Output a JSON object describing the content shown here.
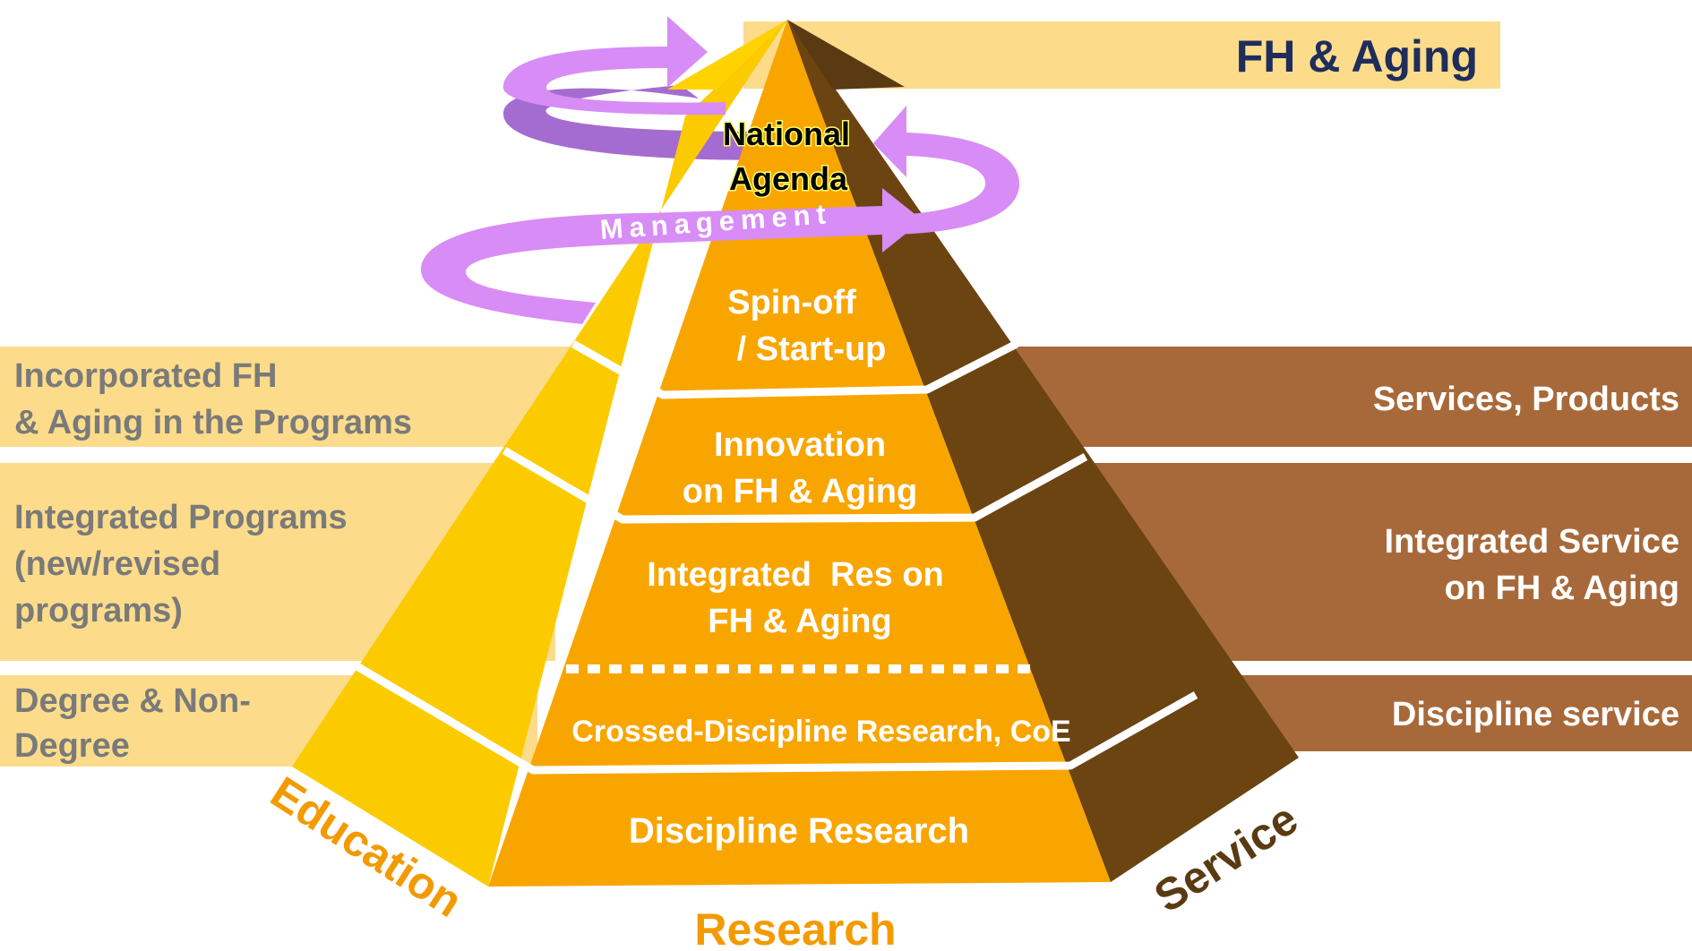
{
  "top_banner": {
    "text": "FH & Aging"
  },
  "apex": {
    "line1": "National",
    "line2": "Agenda"
  },
  "management": {
    "text": "Management"
  },
  "levels": {
    "spinoff": {
      "line1": "Spin-off",
      "line2": "/ Start-up"
    },
    "innovation": {
      "line1": "Innovation",
      "line2": "on FH & Aging"
    },
    "integrated_res": {
      "line1": "Integrated  Res on",
      "line2": "FH & Aging"
    },
    "crossed": {
      "line1": "Crossed-Discipline Research, CoE"
    },
    "discipline": {
      "line1": "Discipline Research"
    }
  },
  "left_bands": {
    "incorporated": {
      "line1": "Incorporated FH",
      "line2": "& Aging in the Programs"
    },
    "integrated_programs": {
      "line1": "Integrated Programs",
      "line2": "(new/revised",
      "line3": "programs)"
    },
    "degree": {
      "line1": "Degree & Non-",
      "line2": "Degree"
    }
  },
  "right_bands": {
    "services_products": {
      "line1": "Services, Products"
    },
    "integrated_service": {
      "line1": "Integrated Service",
      "line2": "on FH & Aging"
    },
    "discipline_service": {
      "line1": "Discipline service"
    }
  },
  "face_labels": {
    "education": "Education",
    "research": "Research",
    "service": "Service"
  },
  "colors": {
    "left_band": "#FCDC8A",
    "right_band": "#A8693A",
    "left_face": "#FBCB00",
    "front_face": "#F9A500",
    "right_face": "#6B4412",
    "arrow": "#D88CF5",
    "arrow_dark": "#A46CD0",
    "navy": "#1F2D5C",
    "gray_text": "#7A7A7A",
    "orange_text": "#F39A00"
  }
}
